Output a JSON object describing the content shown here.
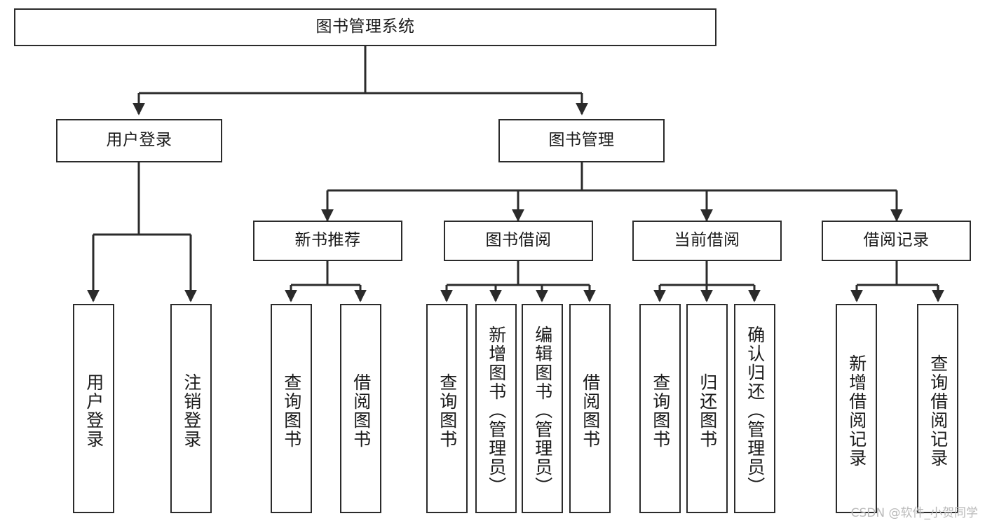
{
  "diagram": {
    "type": "tree",
    "title": "图书管理系统",
    "orientation": "top-down",
    "edge_color": "#2b2b2b",
    "node_border_color": "#2b2b2b",
    "node_fill_color": "#ffffff",
    "background_color": "#ffffff",
    "text_color": "#1a1a1a"
  },
  "nodes": {
    "root": {
      "label": "图书管理系统",
      "level": 1,
      "orientation": "horizontal"
    },
    "user_login": {
      "label": "用户登录",
      "level": 2,
      "orientation": "horizontal"
    },
    "book_manage": {
      "label": "图书管理",
      "level": 2,
      "orientation": "horizontal"
    },
    "new_book_rec": {
      "label": "新书推荐",
      "level": 3,
      "orientation": "horizontal"
    },
    "book_borrow": {
      "label": "图书借阅",
      "level": 3,
      "orientation": "horizontal"
    },
    "current_borrow": {
      "label": "当前借阅",
      "level": 3,
      "orientation": "horizontal"
    },
    "borrow_record": {
      "label": "借阅记录",
      "level": 3,
      "orientation": "horizontal"
    },
    "leaf_user_login": {
      "label": "用户登录",
      "level": 3,
      "orientation": "vertical"
    },
    "leaf_logout": {
      "label": "注销登录",
      "level": 3,
      "orientation": "vertical"
    },
    "leaf_query_book_1": {
      "label": "查询图书",
      "level": 4,
      "orientation": "vertical"
    },
    "leaf_borrow_book_1": {
      "label": "借阅图书",
      "level": 4,
      "orientation": "vertical"
    },
    "leaf_query_book_2": {
      "label": "查询图书",
      "level": 4,
      "orientation": "vertical"
    },
    "leaf_add_book": {
      "label": "新增图书（管理员）",
      "level": 4,
      "orientation": "vertical"
    },
    "leaf_edit_book": {
      "label": "编辑图书（管理员）",
      "level": 4,
      "orientation": "vertical"
    },
    "leaf_borrow_book_2": {
      "label": "借阅图书",
      "level": 4,
      "orientation": "vertical"
    },
    "leaf_query_book_3": {
      "label": "查询图书",
      "level": 4,
      "orientation": "vertical"
    },
    "leaf_return_book": {
      "label": "归还图书",
      "level": 4,
      "orientation": "vertical"
    },
    "leaf_confirm_return": {
      "label": "确认归还（管理员）",
      "level": 4,
      "orientation": "vertical"
    },
    "leaf_add_record": {
      "label": "新增借阅记录",
      "level": 4,
      "orientation": "vertical"
    },
    "leaf_query_record": {
      "label": "查询借阅记录",
      "level": 4,
      "orientation": "vertical"
    }
  },
  "edges": [
    {
      "from": "root",
      "to": "user_login"
    },
    {
      "from": "root",
      "to": "book_manage"
    },
    {
      "from": "user_login",
      "to": "leaf_user_login"
    },
    {
      "from": "user_login",
      "to": "leaf_logout"
    },
    {
      "from": "book_manage",
      "to": "new_book_rec"
    },
    {
      "from": "book_manage",
      "to": "book_borrow"
    },
    {
      "from": "book_manage",
      "to": "current_borrow"
    },
    {
      "from": "book_manage",
      "to": "borrow_record"
    },
    {
      "from": "new_book_rec",
      "to": "leaf_query_book_1"
    },
    {
      "from": "new_book_rec",
      "to": "leaf_borrow_book_1"
    },
    {
      "from": "book_borrow",
      "to": "leaf_query_book_2"
    },
    {
      "from": "book_borrow",
      "to": "leaf_add_book"
    },
    {
      "from": "book_borrow",
      "to": "leaf_edit_book"
    },
    {
      "from": "book_borrow",
      "to": "leaf_borrow_book_2"
    },
    {
      "from": "current_borrow",
      "to": "leaf_query_book_3"
    },
    {
      "from": "current_borrow",
      "to": "leaf_return_book"
    },
    {
      "from": "current_borrow",
      "to": "leaf_confirm_return"
    },
    {
      "from": "borrow_record",
      "to": "leaf_add_record"
    },
    {
      "from": "borrow_record",
      "to": "leaf_query_record"
    }
  ],
  "watermark": {
    "text": "CSDN @软件_小贺同学"
  }
}
